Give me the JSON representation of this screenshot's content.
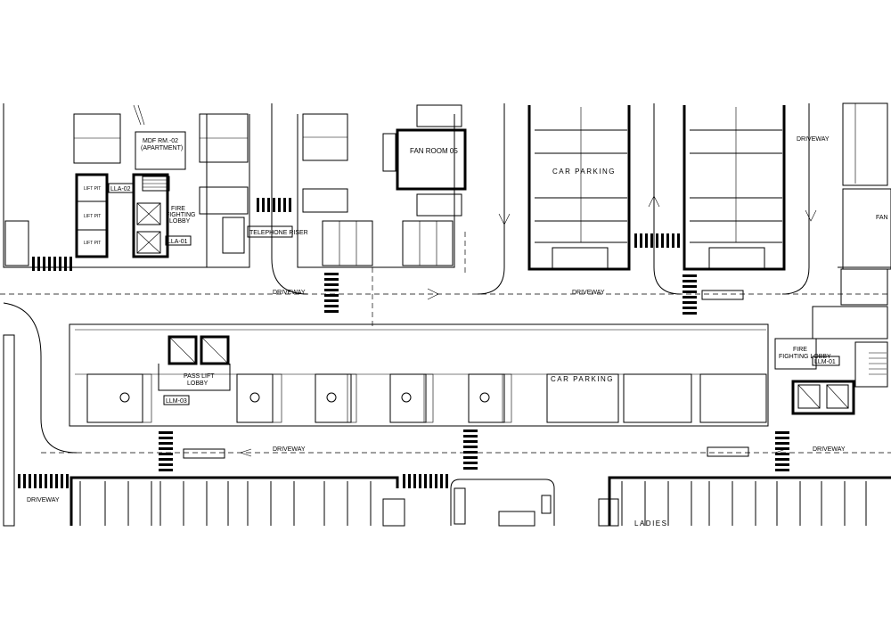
{
  "labels": {
    "driveway": "DRIVEWAY",
    "car_parking": "CAR PARKING",
    "car_parking_2": "CAR PARKING",
    "fan_room": "FAN ROOM 05",
    "fan_partial": "FAN",
    "telephone_riser": "TELEPHONE RISER",
    "mdf_room_l1": "MDF RM.-02",
    "mdf_room_l2": "(APARTMENT)",
    "fire_lobby_l1": "FIRE",
    "fire_lobby_l2": "FIGHTING",
    "fire_lobby_l3": "LOBBY",
    "fire_lobby_b_l1": "FIRE",
    "fire_lobby_b_l2": "FIGHTING LOBBY",
    "pass_lift_l1": "PASS LIFT",
    "pass_lift_l2": "LOBBY",
    "lla02": "LLA-02",
    "lla01": "LLA-01",
    "llm03": "LLM-03",
    "llm01": "LLM-01",
    "ladies": "LADIES",
    "lift_pit_a": "LIFT PIT",
    "lift_pit_b": "LIFT PIT",
    "lift_pit_c": "LIFT PIT"
  }
}
